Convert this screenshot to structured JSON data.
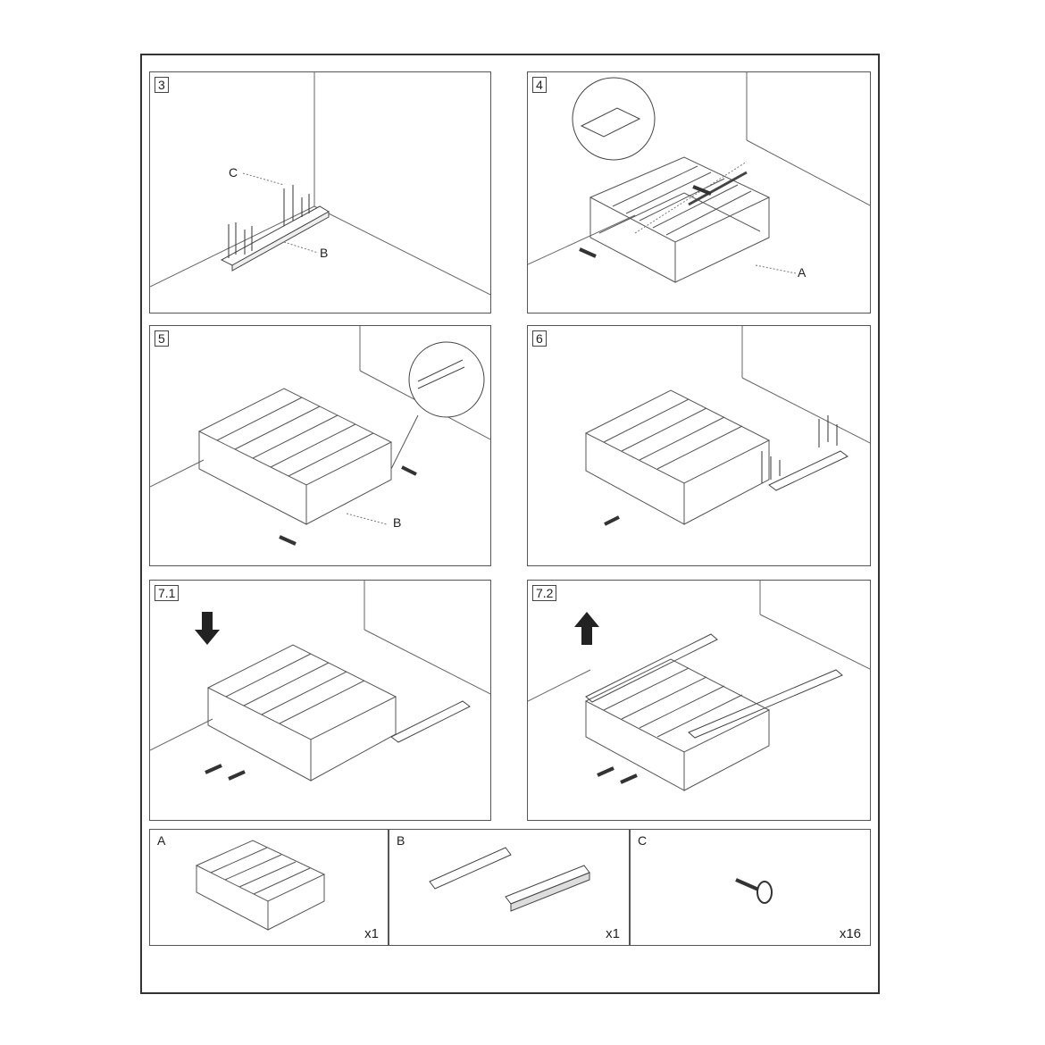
{
  "steps": [
    {
      "label": "3",
      "callouts": [
        "C",
        "B"
      ]
    },
    {
      "label": "4",
      "callouts": [
        "A"
      ]
    },
    {
      "label": "5",
      "callouts": [
        "B"
      ]
    },
    {
      "label": "6",
      "callouts": []
    },
    {
      "label": "7.1",
      "callouts": []
    },
    {
      "label": "7.2",
      "callouts": []
    }
  ],
  "parts": [
    {
      "letter": "A",
      "quantity": "x1",
      "icon": "wire-basket-icon"
    },
    {
      "letter": "B",
      "quantity": "x1",
      "icon": "slide-rail-icon"
    },
    {
      "letter": "C",
      "quantity": "x16",
      "icon": "screw-icon"
    }
  ],
  "colors": {
    "line": "#555555",
    "ink": "#222222"
  }
}
